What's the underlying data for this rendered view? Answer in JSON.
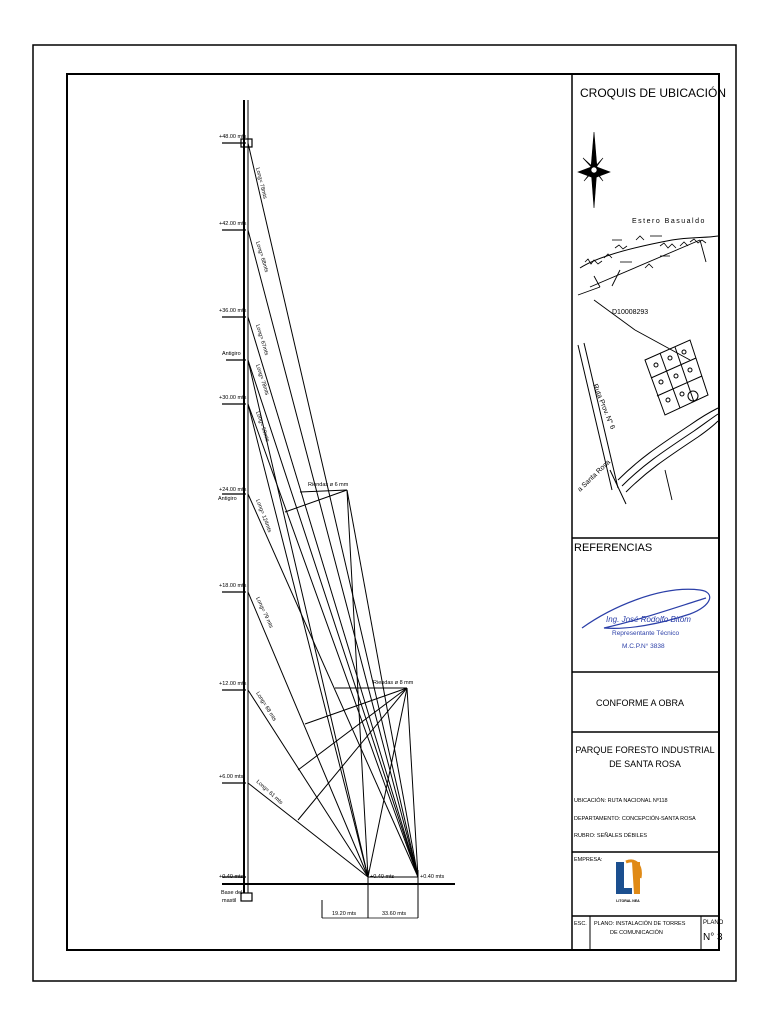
{
  "mast": {
    "levels": [
      "+48.00 mts",
      "+42.00 mts",
      "+36.00 mts",
      "+30.00 mts",
      "+24.00 mts",
      "+18.00 mts",
      "+12.00 mts",
      "+6.00 mts",
      "+0.40 mts"
    ],
    "antigiro_label": "Antigiro",
    "base_label_1": "Base del",
    "base_label_2": "mastil",
    "guy_labels": [
      "Long= 78mts",
      "Long= 68mts",
      "Long= 67mts",
      "Long= 78mts",
      "Long= 59mts",
      "Long= 124mts",
      "Long= 79 mts",
      "Long= 68 mts",
      "Long= 61 mts"
    ],
    "riendas_top": "Riendas ø 6 mm",
    "riendas_bottom": "Riendas ø 8 mm",
    "anchor_1": "+0.40 mts",
    "anchor_2": "+0.40 mts",
    "dim_1": "19.20 mts",
    "dim_2": "33.60 mts"
  },
  "location": {
    "title": "CROQUIS DE UBICACIÓN",
    "estero": "Estero Basualdo",
    "lot_id": "D10008293",
    "ruta": "Ruta Prov. N° 6",
    "santa_rosa": "a Santa Rosa"
  },
  "references": {
    "title": "REFERENCIAS",
    "sig_name": "Ing. José Rodolfo Bitom",
    "sig_role": "Representante Técnico",
    "sig_reg": "M.C.P.N° 3838"
  },
  "title_block": {
    "conforme": "CONFORME A OBRA",
    "project_1": "PARQUE FORESTO INDUSTRIAL",
    "project_2": "DE SANTA ROSA",
    "ubicacion": "UBICACIÓN: RUTA NACIONAL Nº118",
    "departamento": "DEPARTAMENTO: CONCEPCIÓN-SANTA ROSA",
    "rubro": "RUBRO: SEÑALES DÉBILES",
    "empresa": "EMPRESA:",
    "logo_caption": "LITORAL NEA",
    "esc": "ESC.",
    "plano_1": "PLANO: INSTALACIÓN DE TORRES",
    "plano_2": "DE COMUNICACIÓN",
    "plano_hdr": "PLANO",
    "plano_num": "N° 3"
  }
}
